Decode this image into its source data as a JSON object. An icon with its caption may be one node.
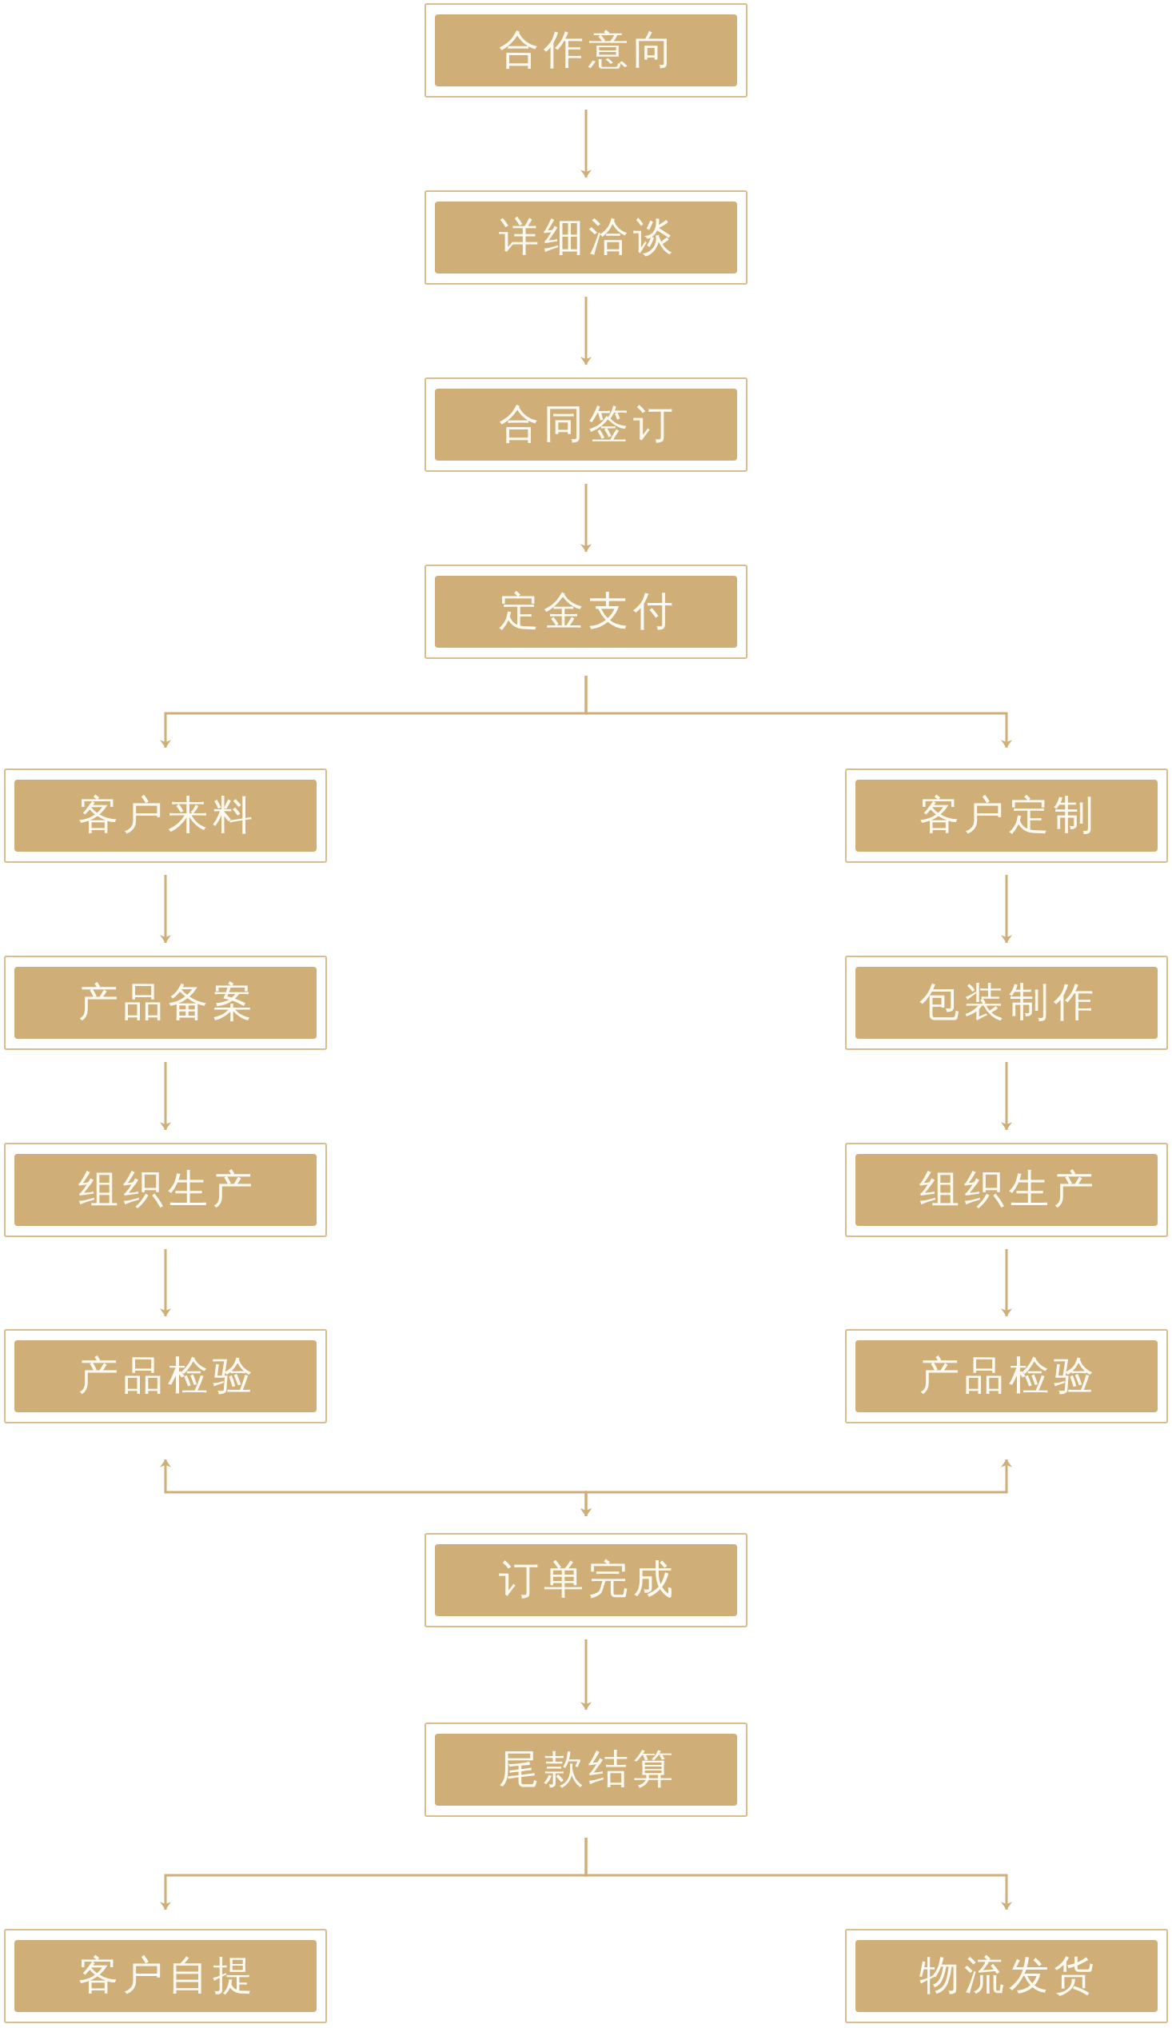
{
  "diagram": {
    "nodes": [
      {
        "text": [
          "合作意向"
        ]
      },
      {
        "text": [
          "详细洽谈"
        ]
      },
      {
        "text": [
          "合同签订"
        ]
      },
      {
        "text": [
          "定金支付"
        ]
      },
      {
        "text": [
          "客户来料"
        ]
      },
      {
        "text": [
          "客户定制"
        ]
      },
      {
        "text": [
          "产品备案"
        ]
      },
      {
        "text": [
          "包装制作"
        ]
      },
      {
        "text": [
          "组织生产"
        ]
      },
      {
        "text": [
          "组织生产"
        ]
      },
      {
        "text": [
          "产品检验"
        ]
      },
      {
        "text": [
          "产品检验"
        ]
      },
      {
        "text": [
          "订单完成"
        ]
      },
      {
        "text": [
          "尾款结算"
        ]
      },
      {
        "text": [
          "客户自提"
        ]
      },
      {
        "text": [
          "物流发货"
        ]
      }
    ],
    "edges": [
      {
        "from": 0,
        "to": 1,
        "arrow": "to"
      },
      {
        "from": 1,
        "to": 2,
        "arrow": "to"
      },
      {
        "from": 2,
        "to": 3,
        "arrow": "to"
      },
      {
        "from": 3,
        "to": 4,
        "arrow": "to"
      },
      {
        "from": 3,
        "to": 5,
        "arrow": "to"
      },
      {
        "from": 4,
        "to": 6,
        "arrow": "to"
      },
      {
        "from": 5,
        "to": 7,
        "arrow": "to"
      },
      {
        "from": 6,
        "to": 8,
        "arrow": "to"
      },
      {
        "from": 7,
        "to": 9,
        "arrow": "to"
      },
      {
        "from": 8,
        "to": 10,
        "arrow": "to"
      },
      {
        "from": 9,
        "to": 11,
        "arrow": "to"
      },
      {
        "from": 10,
        "to": 12,
        "arrow": "both"
      },
      {
        "from": 11,
        "to": 12,
        "arrow": "both"
      },
      {
        "from": 12,
        "to": 13,
        "arrow": "to"
      },
      {
        "from": 13,
        "to": 14,
        "arrow": "to"
      },
      {
        "from": 13,
        "to": 15,
        "arrow": "to"
      }
    ]
  }
}
